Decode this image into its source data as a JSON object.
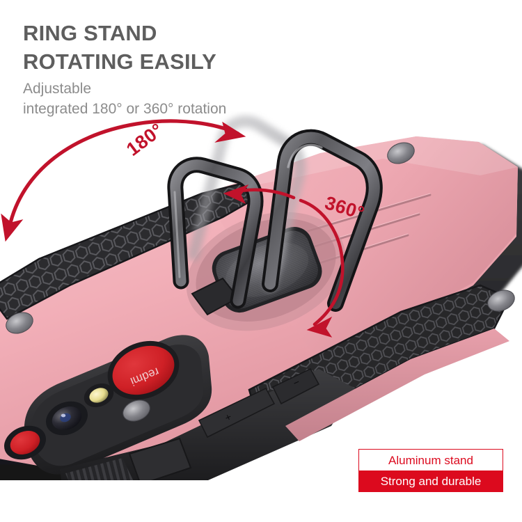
{
  "heading": {
    "line1": "RING STAND",
    "line2": "ROTATING EASILY",
    "color": "#5e5e5e"
  },
  "subheading": {
    "line1": "Adjustable",
    "line2": "integrated 180° or 360° rotation",
    "color": "#8c8c8c"
  },
  "annotations": {
    "rotation_180": "180°",
    "rotation_360": "360°",
    "color": "#c1122b"
  },
  "badge": {
    "top_label": "Aluminum stand",
    "bottom_label": "Strong and durable",
    "accent_color": "#dc0a1e",
    "top_bg": "#ffffff",
    "bottom_bg": "#dc0a1e"
  },
  "product": {
    "brand_logo": "redmi",
    "case_color": "#f2b0b9",
    "armor_color": "#3a3a3c",
    "lens_accent_color": "#cf2026",
    "volume_up": "+",
    "volume_down": "−",
    "background": "#ffffff"
  }
}
